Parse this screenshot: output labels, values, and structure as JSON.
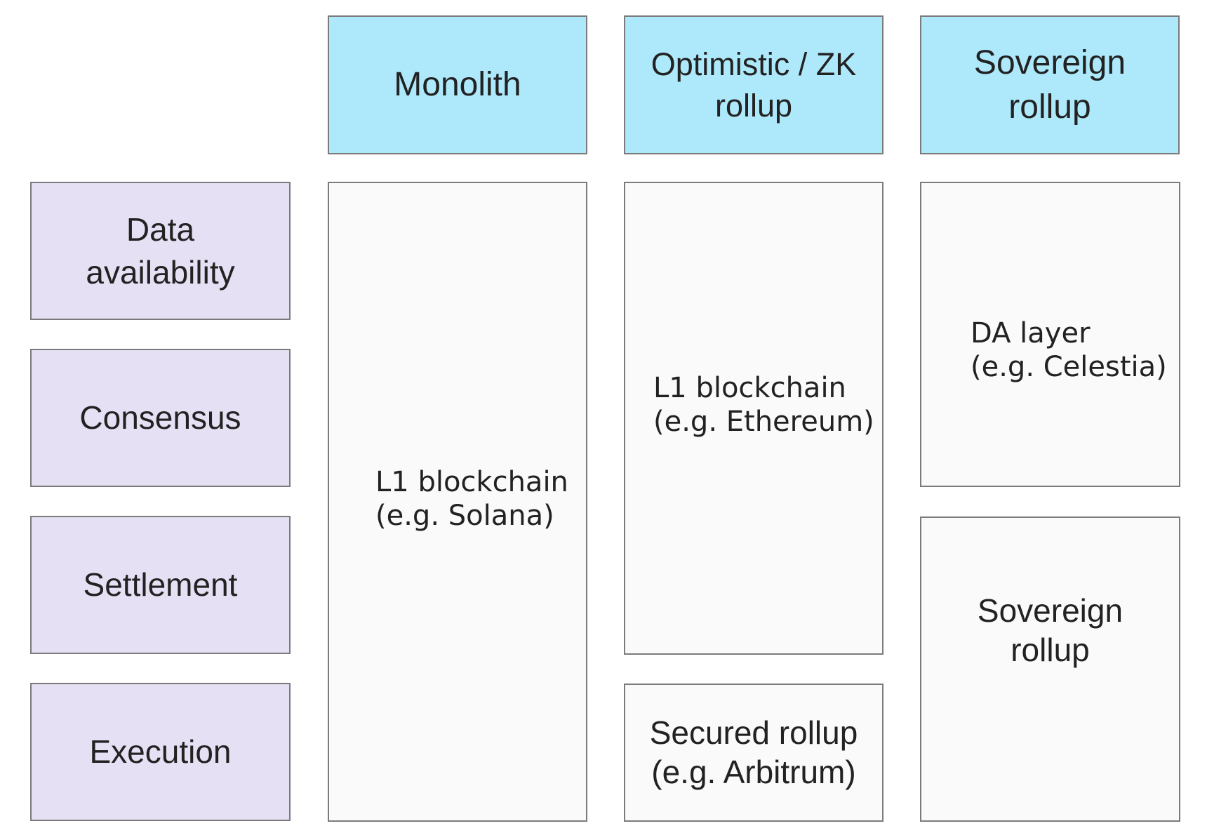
{
  "headers": [
    {
      "lines": [
        "Monolith"
      ]
    },
    {
      "lines": [
        "Optimistic / ZK",
        "rollup"
      ]
    },
    {
      "lines": [
        "Sovereign",
        "rollup"
      ]
    }
  ],
  "layers": [
    {
      "lines": [
        "Data",
        "availability"
      ]
    },
    {
      "lines": [
        "Consensus"
      ]
    },
    {
      "lines": [
        "Settlement"
      ]
    },
    {
      "lines": [
        "Execution"
      ]
    }
  ],
  "monolith": {
    "l1": {
      "lines": [
        "L1 blockchain",
        "(e.g. Solana)"
      ]
    }
  },
  "optimistic_zk": {
    "l1": {
      "lines": [
        "L1 blockchain",
        "(e.g. Ethereum)"
      ]
    },
    "rollup": {
      "lines": [
        "Secured rollup",
        "(e.g. Arbitrum)"
      ]
    }
  },
  "sovereign": {
    "da": {
      "lines": [
        "DA layer",
        "(e.g. Celestia)"
      ]
    },
    "rollup": {
      "lines": [
        "Sovereign",
        "rollup"
      ]
    }
  },
  "colors": {
    "header_fill": "#aee9fb",
    "layer_fill": "#e6e0f4",
    "cell_fill": "#fafafa",
    "border": "#7b7b7b"
  }
}
